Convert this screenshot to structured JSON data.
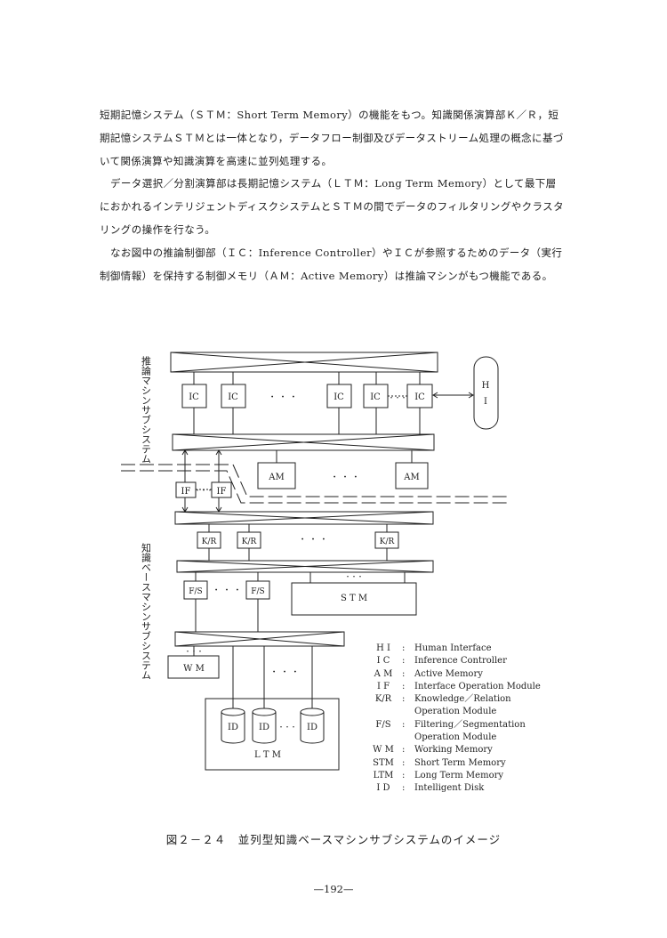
{
  "paragraphs": [
    "短期記憶システム（ＳＴＭ：Short Term Memory）の機能をもつ。知識関係演算部Ｋ／Ｒ，短期記憶システムＳＴＭとは一体となり，データフロー制御及びデータストリーム処理の概念に基づいて関係演算や知識演算を高速に並列処理する。",
    "データ選択／分割演算部は長期記憶システム（ＬＴＭ：Long Term Memory）として最下層におかれるインテリジェントディスクシステムとＳＴＭの間でデータのフィルタリングやクラスタリングの操作を行なう。",
    "なお図中の推論制御部（ＩＣ：Inference Controller）やＩＣが参照するためのデータ（実行制御情報）を保持する制御メモリ（ＡＭ：Active Memory）は推論マシンがもつ機能である。"
  ],
  "diagram": {
    "side_labels": {
      "inference": "推論マシンサブシステム",
      "knowledge": "知識ベースマシンサブシステム"
    },
    "boxes": {
      "ic": "IC",
      "hi_h": "H",
      "hi_i": "I",
      "am": "AM",
      "if": "IF",
      "kr": "K/R",
      "fs": "F/S",
      "stm": "S T M",
      "wm": "W M",
      "id": "ID",
      "ltm": "L T M"
    },
    "ellipsis_wide": "・ ・ ・",
    "ellipsis_small": "・・・"
  },
  "legend": [
    {
      "key": "H I",
      "desc": "Human Interface"
    },
    {
      "key": "I C",
      "desc": "Inference Controller"
    },
    {
      "key": "A M",
      "desc": "Active Memory"
    },
    {
      "key": "I F",
      "desc": "Interface Operation Module"
    },
    {
      "key": "K/R",
      "desc": "Knowledge／Relation"
    },
    {
      "key": "",
      "desc": "Operation Module"
    },
    {
      "key": "F/S",
      "desc": "Filtering／Segmentation"
    },
    {
      "key": "",
      "desc": "Operation Module"
    },
    {
      "key": "W M",
      "desc": "Working Memory"
    },
    {
      "key": "STM",
      "desc": "Short Term Memory"
    },
    {
      "key": "LTM",
      "desc": "Long Term Memory"
    },
    {
      "key": "I D",
      "desc": "Intelligent Disk"
    }
  ],
  "caption": "図２－２４　並列型知識ベースマシンサブシステムのイメージ",
  "page_number": "—192—"
}
